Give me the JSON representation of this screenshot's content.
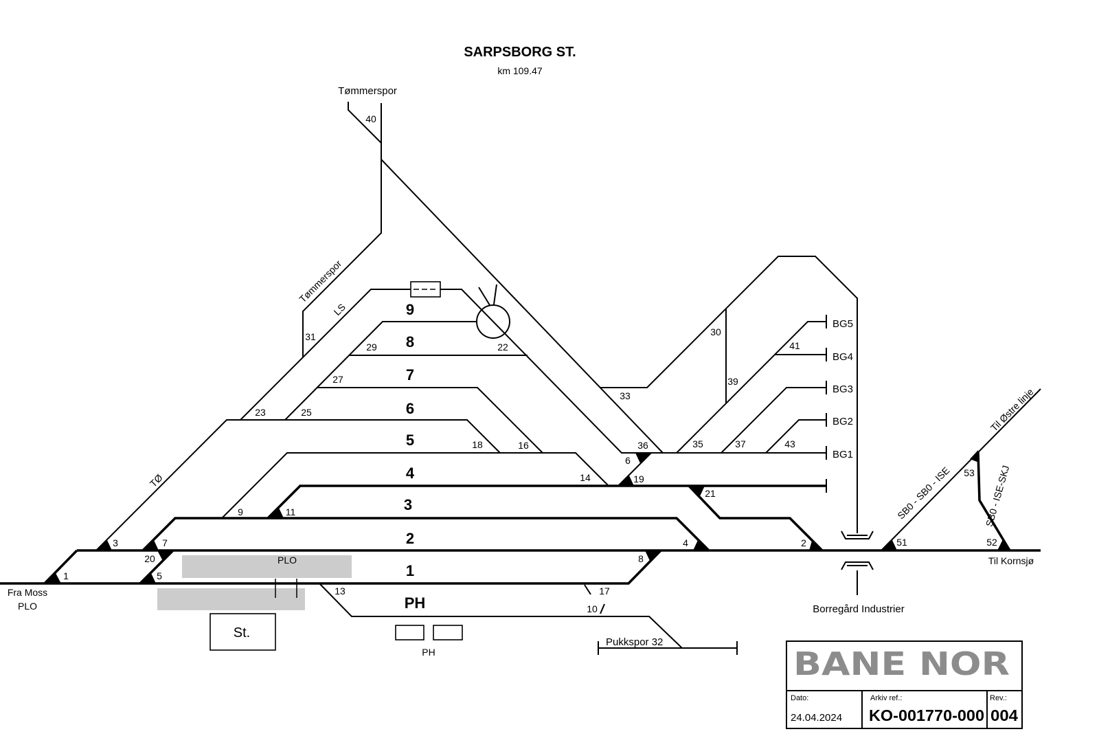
{
  "header": {
    "title": "SARPSBORG ST.",
    "km": "km 109.47"
  },
  "tracks": {
    "t9": "9",
    "t8": "8",
    "t7": "7",
    "t6": "6",
    "t5": "5",
    "t4": "4",
    "t3": "3",
    "t2": "2",
    "t1": "1",
    "ph": "PH"
  },
  "switches": {
    "s1": "1",
    "s2": "2",
    "s3": "3",
    "s4": "4",
    "s5": "5",
    "s6": "6",
    "s7": "7",
    "s8": "8",
    "s9": "9",
    "s10": "10",
    "s11": "11",
    "s13": "13",
    "s14": "14",
    "s16": "16",
    "s17": "17",
    "s18": "18",
    "s19": "19",
    "s20": "20",
    "s21": "21",
    "s22": "22",
    "s23": "23",
    "s25": "25",
    "s27": "27",
    "s29": "29",
    "s30": "30",
    "s31": "31",
    "s33": "33",
    "s35": "35",
    "s36": "36",
    "s37": "37",
    "s39": "39",
    "s40": "40",
    "s41": "41",
    "s43": "43",
    "s51": "51",
    "s52": "52",
    "s53": "53"
  },
  "sidings": {
    "bg5": "BG5",
    "bg4": "BG4",
    "bg3": "BG3",
    "bg2": "BG2",
    "bg1": "BG1"
  },
  "labels": {
    "tommerspor_top": "Tømmerspor",
    "tommerspor_branch": "Tømmerspor",
    "ls": "LS",
    "to": "TØ",
    "fra_moss": "Fra Moss",
    "plo_left": "PLO",
    "plo_platform": "PLO",
    "station": "St.",
    "ph_building": "PH",
    "pukkspor": "Pukkspor 32",
    "borregard": "Borregård Industrier",
    "til_kornsjo": "Til Kornsjø",
    "til_ostre": "Til Østre linje",
    "sbo_sbo_ise": "SB0 - SB0 - ISE",
    "sbo_ise_skj": "SB0 - ISE-SKJ"
  },
  "titleblock": {
    "logo": "BANE NOR",
    "date_label": "Dato:",
    "date": "24.04.2024",
    "arkiv_label": "Arkiv ref.:",
    "arkiv": "KO-001770-000",
    "rev_label": "Rev.:",
    "rev": "004"
  },
  "colors": {
    "track": "#000000",
    "platform": "#cccccc",
    "logo": "#8c8c8c"
  }
}
